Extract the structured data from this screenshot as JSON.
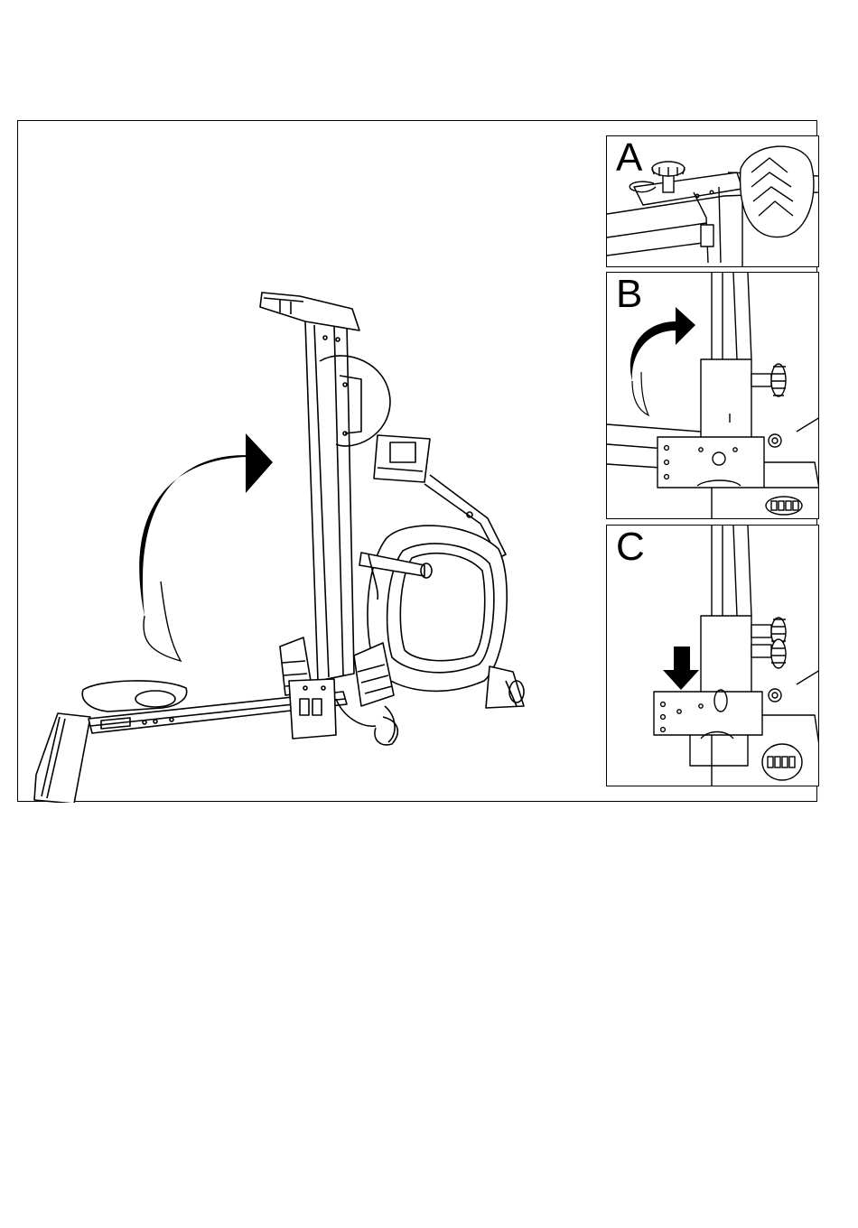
{
  "insets": {
    "a": {
      "label": "A"
    },
    "b": {
      "label": "B"
    },
    "c": {
      "label": "C"
    }
  },
  "icons": [
    "curved-arrow-icon",
    "down-arrow-icon",
    "knob-icon"
  ],
  "colors": {
    "line": "#000000",
    "background": "#ffffff"
  }
}
